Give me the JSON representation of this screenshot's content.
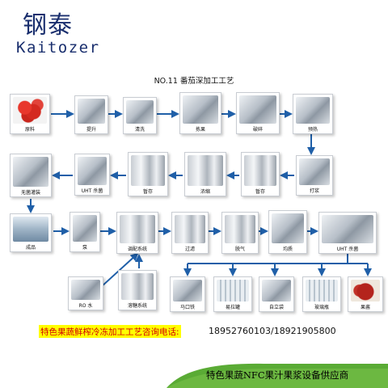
{
  "logo": {
    "chinese": "钢泰",
    "english": "Kaitozer"
  },
  "title": "NO.11  番茄深加工工艺",
  "steps": [
    {
      "name": "原料",
      "image": "tomato-photo"
    },
    {
      "name": "提升",
      "image": "elevator-photo"
    },
    {
      "name": "清洗",
      "image": "washer-photo"
    },
    {
      "name": "拣果",
      "image": "sorting-photo"
    },
    {
      "name": "破碎",
      "image": "crusher-photo"
    },
    {
      "name": "预热",
      "image": "preheater-photo"
    },
    {
      "name": "打浆",
      "image": "pulper-photo"
    },
    {
      "name": "暂存",
      "image": "storage-tank-photo"
    },
    {
      "name": "浓缩",
      "image": "evaporator-photo"
    },
    {
      "name": "暂存",
      "image": "storage-tank-photo"
    },
    {
      "name": "UHT 杀菌",
      "image": "uht-photo"
    },
    {
      "name": "无菌灌装",
      "image": "aseptic-filler-photo"
    },
    {
      "name": "成品",
      "image": "drums-photo"
    },
    {
      "name": "泵",
      "image": "pump-photo"
    },
    {
      "name": "调配系统",
      "image": "mixing-system-photo"
    },
    {
      "name": "过滤",
      "image": "filter-photo"
    },
    {
      "name": "脱气",
      "image": "deaerator-photo"
    },
    {
      "name": "均质",
      "image": "homogenizer-photo"
    },
    {
      "name": "UHT 杀菌",
      "image": "uht-photo"
    },
    {
      "name": "RO 水",
      "image": "ro-water-photo"
    },
    {
      "name": "溶糖系统",
      "image": "sugar-dissolving-photo"
    },
    {
      "name": "马口铁",
      "image": "tin-can-filler-photo"
    },
    {
      "name": "易拉罐",
      "image": "can-filler-photo"
    },
    {
      "name": "自立袋",
      "image": "pouch-filler-photo"
    },
    {
      "name": "玻璃瓶",
      "image": "glass-bottle-filler-photo"
    },
    {
      "name": "果酱",
      "image": "jam-photo"
    }
  ],
  "contact": {
    "label": "特色果蔬鲜榨冷冻加工工艺咨询电话:",
    "phones": "18952760103/18921905800"
  },
  "banner": {
    "text": "特色果蔬NFC果汁果浆设备供应商"
  },
  "colors": {
    "brand": "#1a2f6e",
    "arrow": "#1f5fa8",
    "highlight": "#ffff00",
    "contact_text": "#d40000",
    "banner_bg": "#5aab35"
  }
}
